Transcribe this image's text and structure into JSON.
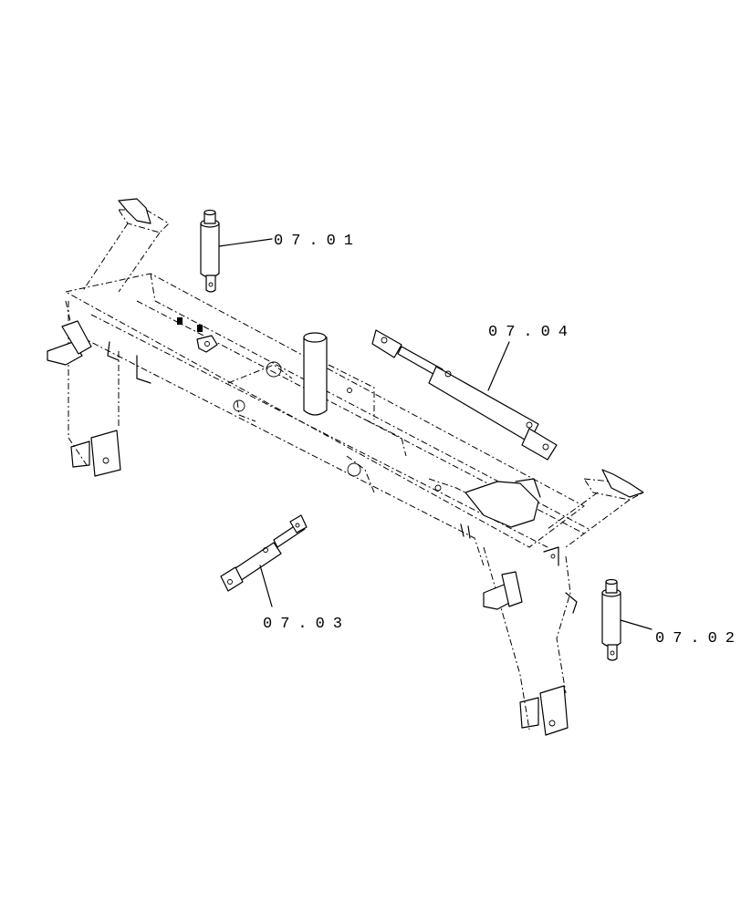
{
  "callouts": [
    {
      "id": "p1",
      "text": "07.01"
    },
    {
      "id": "p2",
      "text": "07.02"
    },
    {
      "id": "p3",
      "text": "07.03"
    },
    {
      "id": "p4",
      "text": "07.04"
    }
  ]
}
